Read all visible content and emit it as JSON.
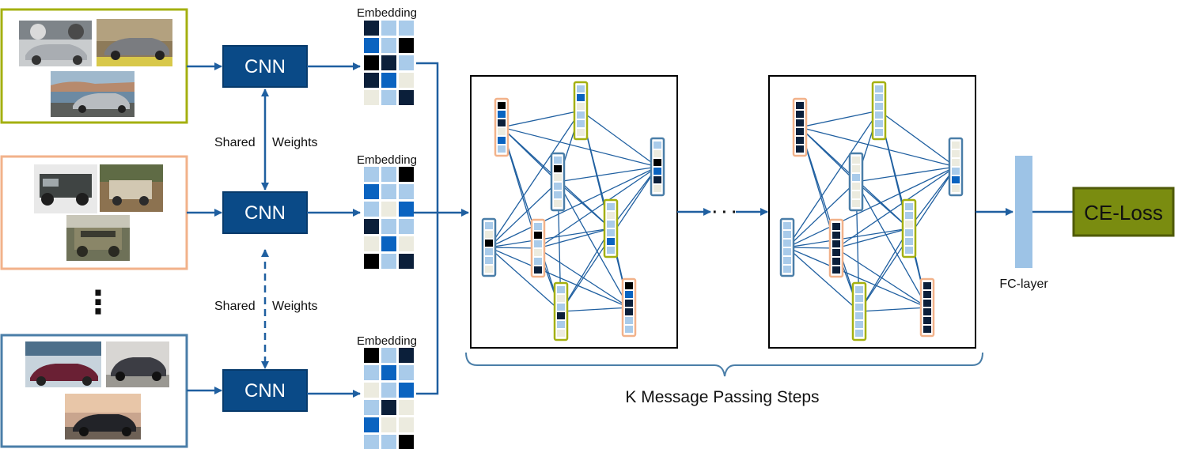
{
  "labels": {
    "cnn": "CNN",
    "embedding": "Embedding",
    "shared": "Shared",
    "weights": "Weights",
    "ellipsis_vertical": "⋮",
    "ellipsis_horizontal": "· · ·",
    "message_passing": "K Message Passing Steps",
    "fc_layer": "FC-layer",
    "loss": "CE-Loss"
  },
  "colors": {
    "group1_border": "#a4b010",
    "group2_border": "#f2b28a",
    "group3_border": "#4a7ea8",
    "cnn_fill": "#0a4a87",
    "arrow": "#1f5fa0",
    "fc_fill": "#9dc3e6",
    "loss_fill": "#7a8c10",
    "loss_border": "#4f5a08",
    "cell_dark": "#0b1f3a",
    "cell_black": "#000000",
    "cell_blue": "#0a63c0",
    "cell_light": "#a9cbea",
    "cell_cream": "#ecebdf"
  },
  "embeddings": [
    [
      "dark",
      "light",
      "light",
      "blue",
      "light",
      "black",
      "black",
      "dark",
      "light",
      "dark",
      "blue",
      "cream",
      "cream",
      "light",
      "dark"
    ],
    [
      "light",
      "light",
      "black",
      "blue",
      "light",
      "light",
      "light",
      "cream",
      "blue",
      "dark",
      "light",
      "light",
      "cream",
      "blue",
      "cream",
      "black",
      "light",
      "dark"
    ],
    [
      "black",
      "light",
      "dark",
      "light",
      "blue",
      "light",
      "cream",
      "light",
      "blue",
      "light",
      "dark",
      "cream",
      "blue",
      "cream",
      "cream",
      "light",
      "light",
      "black"
    ]
  ]
}
